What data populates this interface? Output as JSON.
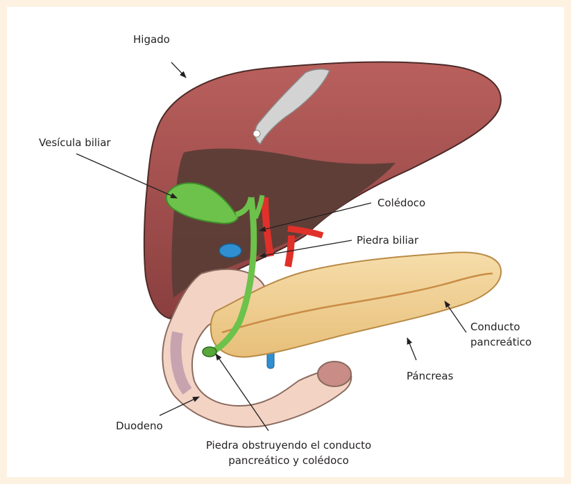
{
  "labels": {
    "liver": "Higado",
    "gallbladder": "Vesícula biliar",
    "common_bile_duct": "Colédoco",
    "gallstone": "Piedra biliar",
    "pancreatic_duct_line1": "Conducto",
    "pancreatic_duct_line2": "pancreático",
    "pancreas": "Páncreas",
    "duodenum": "Duodeno",
    "obstruction_line1": "Piedra obstruyendo el conducto",
    "obstruction_line2": "pancreático y colédoco"
  },
  "colors": {
    "border": "#fdf1e1",
    "liver": "#9b4a4a",
    "liver_underside": "#5a3b36",
    "gallbladder": "#6cc24a",
    "artery": "#e0302a",
    "vein": "#2f8fd0",
    "pancreas": "#f0cf8e",
    "duodenum": "#f2d3c4"
  }
}
